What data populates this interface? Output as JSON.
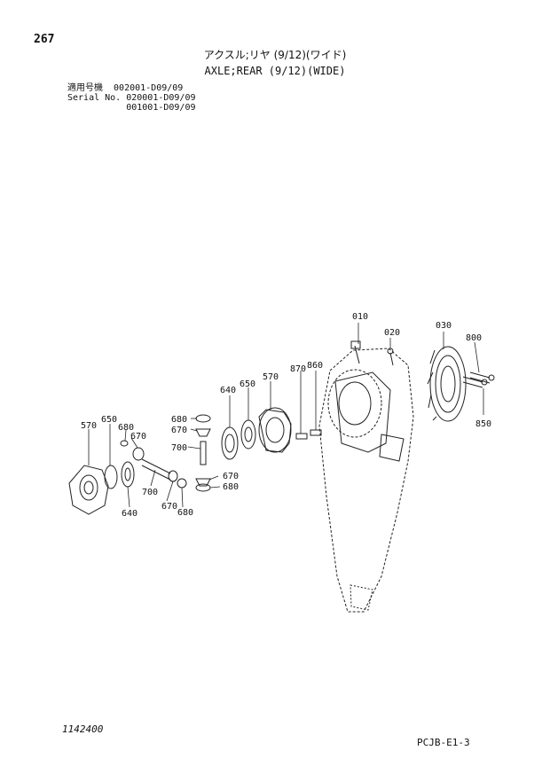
{
  "header": {
    "page_number": "267",
    "title_jp": "アクスル;リヤ (9/12)(ワイド)",
    "title_en": "AXLE;REAR (9/12)(WIDE)"
  },
  "serial_block": {
    "line1": "適用号機  002001-D09/09",
    "line2": "Serial No. 020001-D09/09",
    "line3": "           001001-D09/09"
  },
  "callouts": {
    "c010": "010",
    "c020": "020",
    "c030": "030",
    "c800": "800",
    "c850": "850",
    "c860": "860",
    "c870": "870",
    "c570_top": "570",
    "c650_top": "650",
    "c640_top": "640",
    "c680_a": "680",
    "c670_a": "670",
    "c700_a": "700",
    "c670_b": "670",
    "c680_b": "680",
    "c570_left": "570",
    "c650_left": "650",
    "c680_left": "680",
    "c670_left": "670",
    "c640_bottom": "640",
    "c700_bottom": "700",
    "c670_bottom": "670",
    "c680_bottom": "680"
  },
  "footer": {
    "doc_number": "1142400",
    "page_code": "PCJB-E1-3"
  }
}
